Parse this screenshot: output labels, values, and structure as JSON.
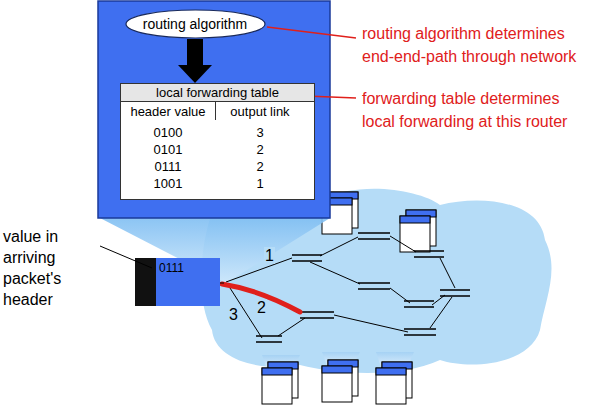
{
  "diagram": {
    "nodes": [
      {
        "text": [
          "routing algorithm"
        ]
      },
      {
        "text": [
          "local forwarding table",
          "header value",
          "output link",
          "0100",
          "3",
          "0101",
          "2",
          "0111",
          "2",
          "1001",
          "1"
        ]
      },
      {
        "text": [
          "0111"
        ]
      }
    ],
    "edges": [
      {
        "from": 0,
        "to": 1,
        "arrow": "to"
      }
    ],
    "labels": [
      "routing algorithm determines end-end-path through network",
      "forwarding table determines local forwarding at this router",
      "value in arriving packet's header",
      "1",
      "2",
      "3"
    ]
  }
}
